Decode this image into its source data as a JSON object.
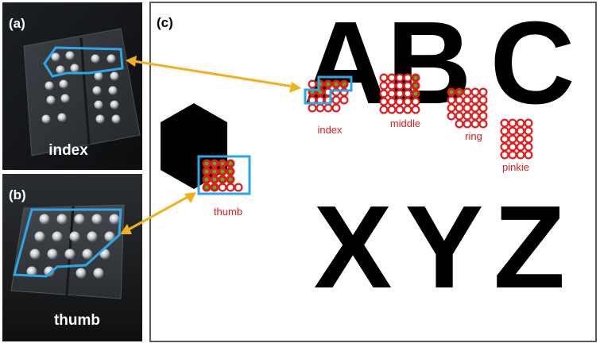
{
  "panels": {
    "a": {
      "label": "(a)",
      "caption": "index"
    },
    "b": {
      "label": "(b)",
      "caption": "thumb"
    },
    "c": {
      "label": "(c)"
    }
  },
  "letters": {
    "top": [
      "A",
      "B",
      "C"
    ],
    "bottom": [
      "X",
      "Y",
      "Z"
    ]
  },
  "fingers": {
    "index": "index",
    "middle": "middle",
    "ring": "ring",
    "pinkie": "pinkie",
    "thumb": "thumb"
  },
  "colors": {
    "outline_blue": "#2aa8e6",
    "arrow_yellow": "#f2b11c",
    "taxel_red": "#e31b1b",
    "taxel_green": "#35c21f",
    "frame_gray": "#5a5a5a"
  }
}
